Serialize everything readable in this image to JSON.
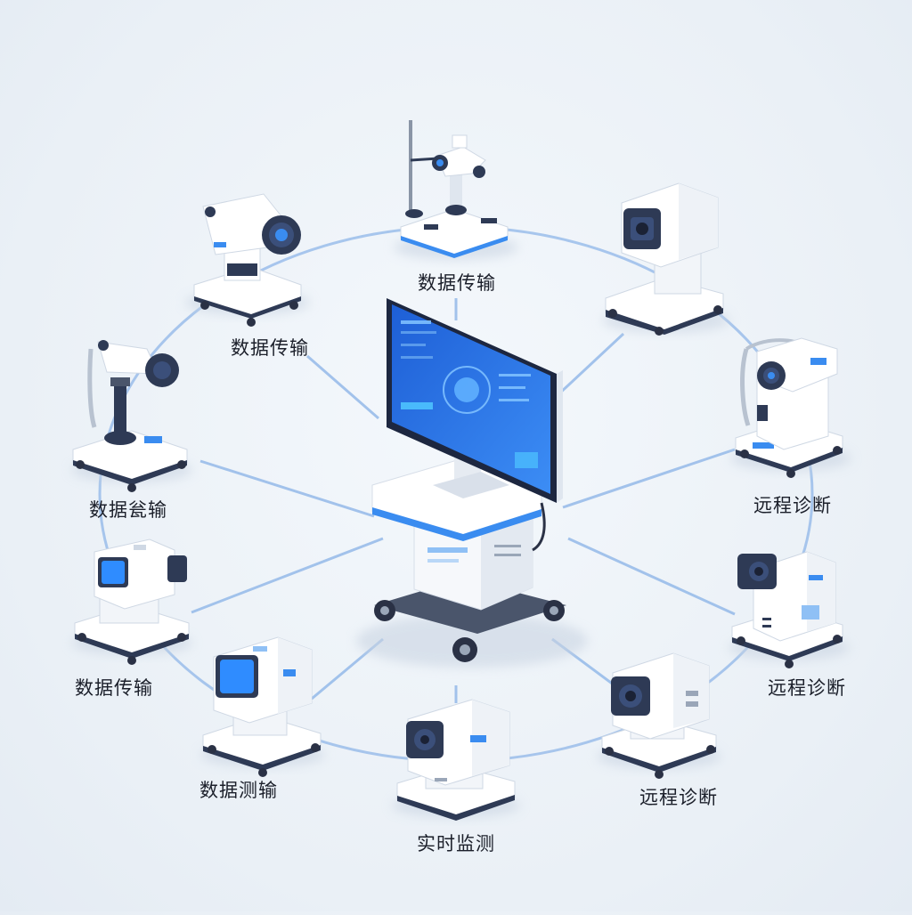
{
  "diagram": {
    "hub": {
      "name": "central-monitor-workstation",
      "screen_color": "#2f6fe0",
      "accent_color": "#3a8cf0"
    },
    "nodes": [
      {
        "id": "slit-lamp-top",
        "label": "数据传输"
      },
      {
        "id": "camera-top-left",
        "label": "数据传输"
      },
      {
        "id": "camera-top-right",
        "label": ""
      },
      {
        "id": "microscope-left",
        "label": "数据瓮输"
      },
      {
        "id": "ophthalmoscope-right",
        "label": "远程诊断"
      },
      {
        "id": "monitor-device-left",
        "label": "数据传输"
      },
      {
        "id": "imaging-device-right",
        "label": "远程诊断"
      },
      {
        "id": "screen-device-bottom-left",
        "label": "数据测输"
      },
      {
        "id": "camera-device-bottom-right",
        "label": "远程诊断"
      },
      {
        "id": "camera-device-bottom",
        "label": "实时监测"
      }
    ],
    "colors": {
      "connector": "#8fb6e8",
      "device_body": "#ffffff",
      "device_shade": "#dfe6ef",
      "device_dark": "#2e3a55",
      "screen_blue": "#2f8cff"
    }
  }
}
